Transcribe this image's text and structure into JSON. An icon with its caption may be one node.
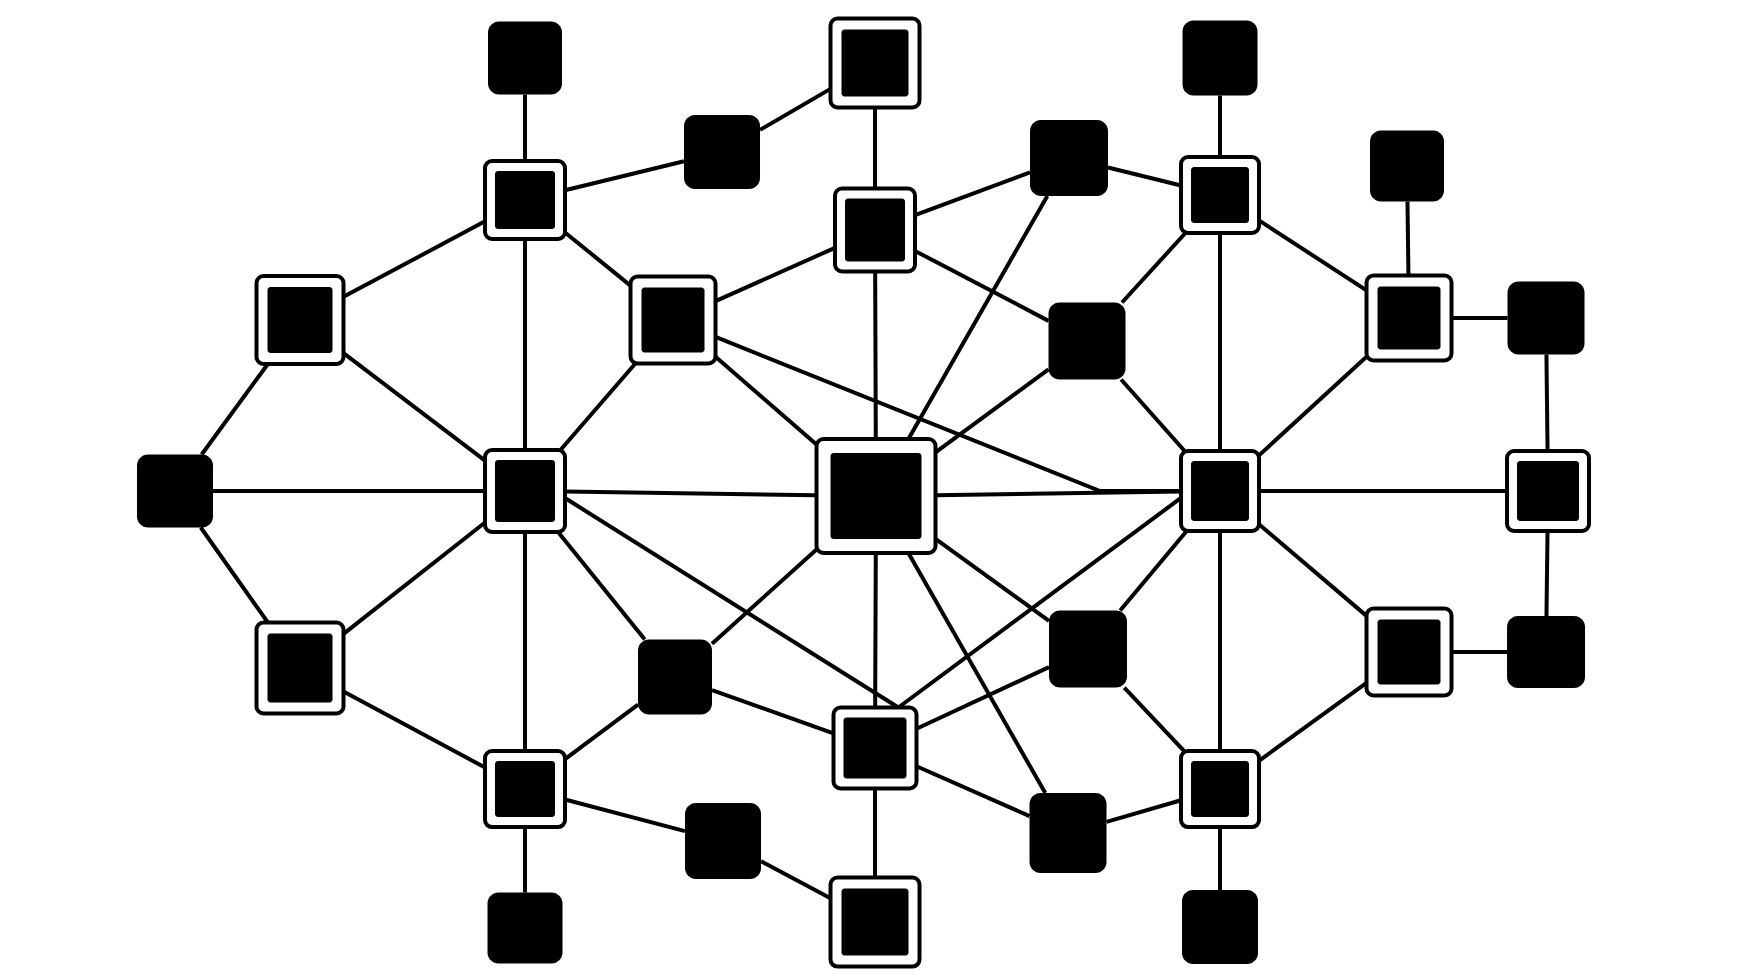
{
  "diagram": {
    "nodes": [
      {
        "text": [],
        "shape": "box"
      },
      {
        "text": [],
        "shape": "box"
      },
      {
        "text": [],
        "shape": "box"
      },
      {
        "text": [],
        "shape": "box"
      },
      {
        "text": [],
        "shape": "box"
      },
      {
        "text": [],
        "shape": "box"
      },
      {
        "text": [],
        "shape": "box"
      },
      {
        "text": [],
        "shape": "box"
      },
      {
        "text": [],
        "shape": "box"
      },
      {
        "text": [],
        "shape": "box"
      },
      {
        "text": [],
        "shape": "box"
      },
      {
        "text": [],
        "shape": "box"
      },
      {
        "text": [],
        "shape": "box"
      },
      {
        "text": [],
        "shape": "box"
      },
      {
        "text": [],
        "shape": "box"
      },
      {
        "text": [],
        "shape": "box"
      },
      {
        "text": [],
        "shape": "box"
      },
      {
        "text": [],
        "shape": "box"
      },
      {
        "text": [],
        "shape": "box"
      },
      {
        "text": [],
        "shape": "box"
      },
      {
        "text": [],
        "shape": "box"
      },
      {
        "text": [],
        "shape": "box"
      },
      {
        "text": [],
        "shape": "box"
      },
      {
        "text": [],
        "shape": "box"
      },
      {
        "text": [],
        "shape": "box"
      },
      {
        "text": [],
        "shape": "box"
      },
      {
        "text": [],
        "shape": "box"
      },
      {
        "text": [],
        "shape": "box"
      },
      {
        "text": [],
        "shape": "box"
      },
      {
        "text": [],
        "shape": "box"
      },
      {
        "text": [],
        "shape": "box"
      },
      {
        "text": [],
        "shape": "box"
      }
    ],
    "edges": [
      {
        "from": 0,
        "to": 6,
        "arrow": "none"
      },
      {
        "from": 6,
        "to": 3,
        "arrow": "none"
      },
      {
        "from": 3,
        "to": 1,
        "arrow": "none"
      },
      {
        "from": 1,
        "to": 7,
        "arrow": "none"
      },
      {
        "from": 6,
        "to": 9,
        "arrow": "none"
      },
      {
        "from": 6,
        "to": 10,
        "arrow": "none"
      },
      {
        "from": 6,
        "to": 15,
        "arrow": "none"
      },
      {
        "from": 9,
        "to": 14,
        "arrow": "none"
      },
      {
        "from": 9,
        "to": 15,
        "arrow": "none"
      },
      {
        "from": 10,
        "to": 7,
        "arrow": "none"
      },
      {
        "from": 10,
        "to": 15,
        "arrow": "none"
      },
      {
        "from": 10,
        "to": 16,
        "arrow": "none"
      },
      {
        "from": 10,
        "to": 17,
        "arrow": "none"
      },
      {
        "from": 7,
        "to": 4,
        "arrow": "none"
      },
      {
        "from": 7,
        "to": 11,
        "arrow": "none"
      },
      {
        "from": 7,
        "to": 16,
        "arrow": "none"
      },
      {
        "from": 4,
        "to": 8,
        "arrow": "none"
      },
      {
        "from": 4,
        "to": 16,
        "arrow": "none"
      },
      {
        "from": 2,
        "to": 8,
        "arrow": "none"
      },
      {
        "from": 8,
        "to": 11,
        "arrow": "none"
      },
      {
        "from": 8,
        "to": 12,
        "arrow": "none"
      },
      {
        "from": 8,
        "to": 17,
        "arrow": "none"
      },
      {
        "from": 11,
        "to": 16,
        "arrow": "none"
      },
      {
        "from": 11,
        "to": 17,
        "arrow": "none"
      },
      {
        "from": 5,
        "to": 12,
        "arrow": "none"
      },
      {
        "from": 12,
        "to": 13,
        "arrow": "none"
      },
      {
        "from": 12,
        "to": 17,
        "arrow": "none"
      },
      {
        "from": 13,
        "to": 18,
        "arrow": "none"
      },
      {
        "from": 17,
        "to": 18,
        "arrow": "none"
      },
      {
        "from": 18,
        "to": 23,
        "arrow": "none"
      },
      {
        "from": 16,
        "to": 17,
        "arrow": "none"
      },
      {
        "from": 15,
        "to": 16,
        "arrow": "none"
      },
      {
        "from": 14,
        "to": 15,
        "arrow": "none"
      },
      {
        "from": 14,
        "to": 19,
        "arrow": "none"
      },
      {
        "from": 15,
        "to": 19,
        "arrow": "none"
      },
      {
        "from": 15,
        "to": 25,
        "arrow": "none"
      },
      {
        "from": 15,
        "to": 20,
        "arrow": "none"
      },
      {
        "from": 15,
        "to": 24,
        "arrow": "none"
      },
      {
        "from": 16,
        "to": 20,
        "arrow": "none"
      },
      {
        "from": 16,
        "to": 24,
        "arrow": "none"
      },
      {
        "from": 16,
        "to": 27,
        "arrow": "none"
      },
      {
        "from": 16,
        "to": 21,
        "arrow": "none"
      },
      {
        "from": 21,
        "to": 17,
        "arrow": "none"
      },
      {
        "from": 21,
        "to": 24,
        "arrow": "none"
      },
      {
        "from": 21,
        "to": 28,
        "arrow": "none"
      },
      {
        "from": 17,
        "to": 24,
        "arrow": "none"
      },
      {
        "from": 17,
        "to": 22,
        "arrow": "none"
      },
      {
        "from": 17,
        "to": 28,
        "arrow": "none"
      },
      {
        "from": 22,
        "to": 23,
        "arrow": "none"
      },
      {
        "from": 22,
        "to": 28,
        "arrow": "none"
      },
      {
        "from": 28,
        "to": 27,
        "arrow": "none"
      },
      {
        "from": 28,
        "to": 31,
        "arrow": "none"
      },
      {
        "from": 20,
        "to": 24,
        "arrow": "none"
      },
      {
        "from": 20,
        "to": 25,
        "arrow": "none"
      },
      {
        "from": 19,
        "to": 25,
        "arrow": "none"
      },
      {
        "from": 25,
        "to": 26,
        "arrow": "none"
      },
      {
        "from": 26,
        "to": 30,
        "arrow": "none"
      },
      {
        "from": 24,
        "to": 30,
        "arrow": "none"
      },
      {
        "from": 24,
        "to": 27,
        "arrow": "none"
      },
      {
        "from": 25,
        "to": 29,
        "arrow": "none"
      }
    ]
  }
}
